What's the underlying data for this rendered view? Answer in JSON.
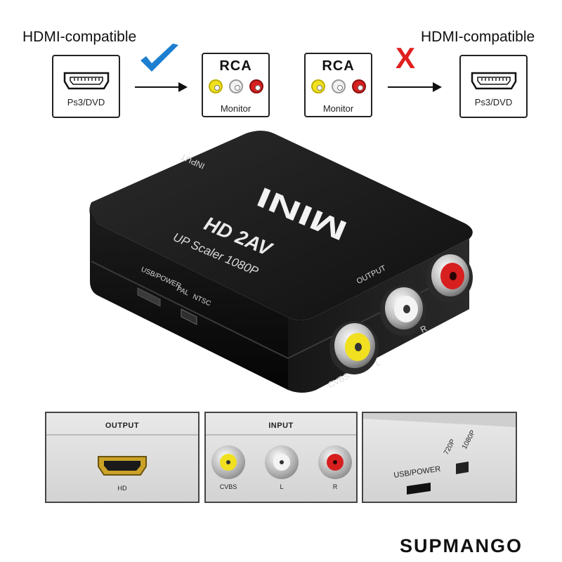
{
  "diagram": {
    "left_caption": "HDMI-compatible",
    "right_caption": "HDMI-compatible",
    "left_box_label": "Ps3/DVD",
    "right_box_label": "Ps3/DVD",
    "rca_title": "RCA",
    "monitor_label": "Monitor",
    "supported_icon": "checkmark-icon",
    "unsupported_mark": "X",
    "colors": {
      "check": "#1e7fd0",
      "cross": "#e02020",
      "yellow": "#f0e020",
      "white": "#f2f2f2",
      "red": "#d71f1f"
    }
  },
  "device": {
    "brand_text": "MINI",
    "model_text": "HD  2AV",
    "subtitle_text": "UP Scaler 1080P",
    "input_label": "INPUT",
    "output_label": "OUTPUT",
    "usb_label": "USB/POWER",
    "pal_label": "PAL",
    "ntsc_label": "NTSC",
    "port_l": "L",
    "port_r": "R",
    "port_cvbs": "CVBS"
  },
  "panels": {
    "output": {
      "title": "OUTPUT",
      "port_label": "HD"
    },
    "input": {
      "title": "INPUT",
      "ports": [
        "CVBS",
        "L",
        "R"
      ]
    },
    "power": {
      "usb_label": "USB/POWER",
      "switch_a": "720P",
      "switch_b": "1080P"
    }
  },
  "watermark": "SUPMANGO"
}
